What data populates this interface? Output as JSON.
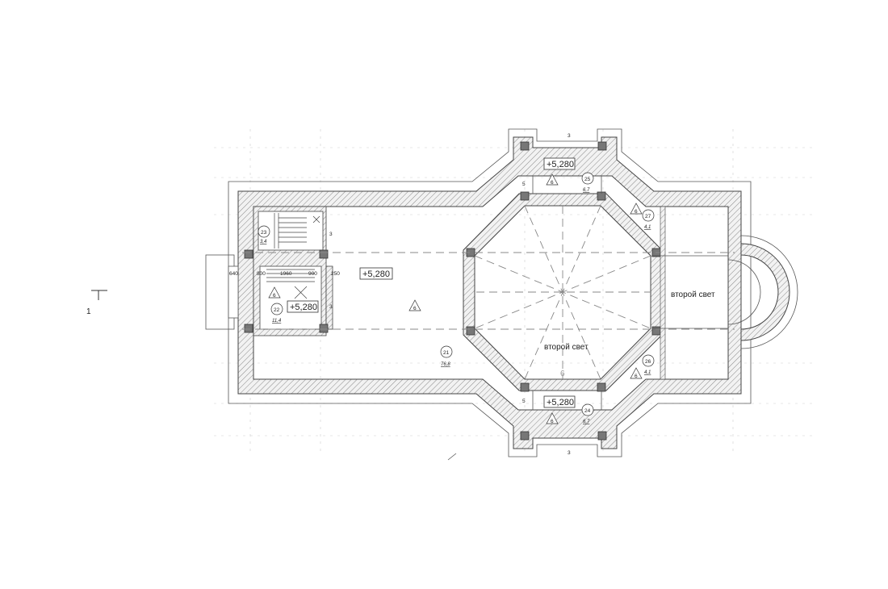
{
  "levels": {
    "stair_room": "+5,280",
    "top_room": "+5,280",
    "bottom_room": "+5,280",
    "main_hall": "+5,280"
  },
  "labels": {
    "second_light_right": "второй свет",
    "second_light_center": "второй свет",
    "axis_marker": "1"
  },
  "rooms": [
    {
      "number": "21",
      "area": "76,8"
    },
    {
      "number": "22",
      "area": "11,4"
    },
    {
      "number": "23",
      "area": "3,4"
    },
    {
      "number": "24",
      "area": "6,7"
    },
    {
      "number": "25",
      "area": "6,7"
    },
    {
      "number": "26",
      "area": "4,1"
    },
    {
      "number": "27",
      "area": "4,1"
    }
  ],
  "markers": {
    "finish_code": "6"
  },
  "dimensions": {
    "d3_top": "3",
    "d3_bottom": "3",
    "d5_top": "5",
    "d5_bottom": "5",
    "d6_center": "6",
    "d800": "800",
    "d900": "900",
    "d1960": "1960",
    "d250": "250",
    "d640": "640",
    "d3_stair": "3",
    "d3_stair2": "3"
  }
}
